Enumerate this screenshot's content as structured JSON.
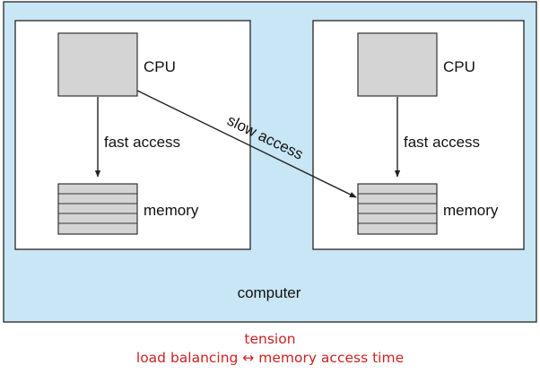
{
  "computer": {
    "label": "computer"
  },
  "nodes": [
    {
      "cpu_label": "CPU",
      "access_label": "fast access",
      "memory_label": "memory"
    },
    {
      "cpu_label": "CPU",
      "access_label": "fast access",
      "memory_label": "memory"
    }
  ],
  "remote_access": {
    "label": "slow access"
  },
  "caption": {
    "title": "tension",
    "subtitle": "load balancing ↔ memory access time"
  },
  "colors": {
    "computer_fill": "#c8e6f5",
    "node_fill": "#ffffff",
    "cpu_fill": "#d4d4d4",
    "memory_fill": "#d4d4d4",
    "caption_text": "#cc2222"
  }
}
